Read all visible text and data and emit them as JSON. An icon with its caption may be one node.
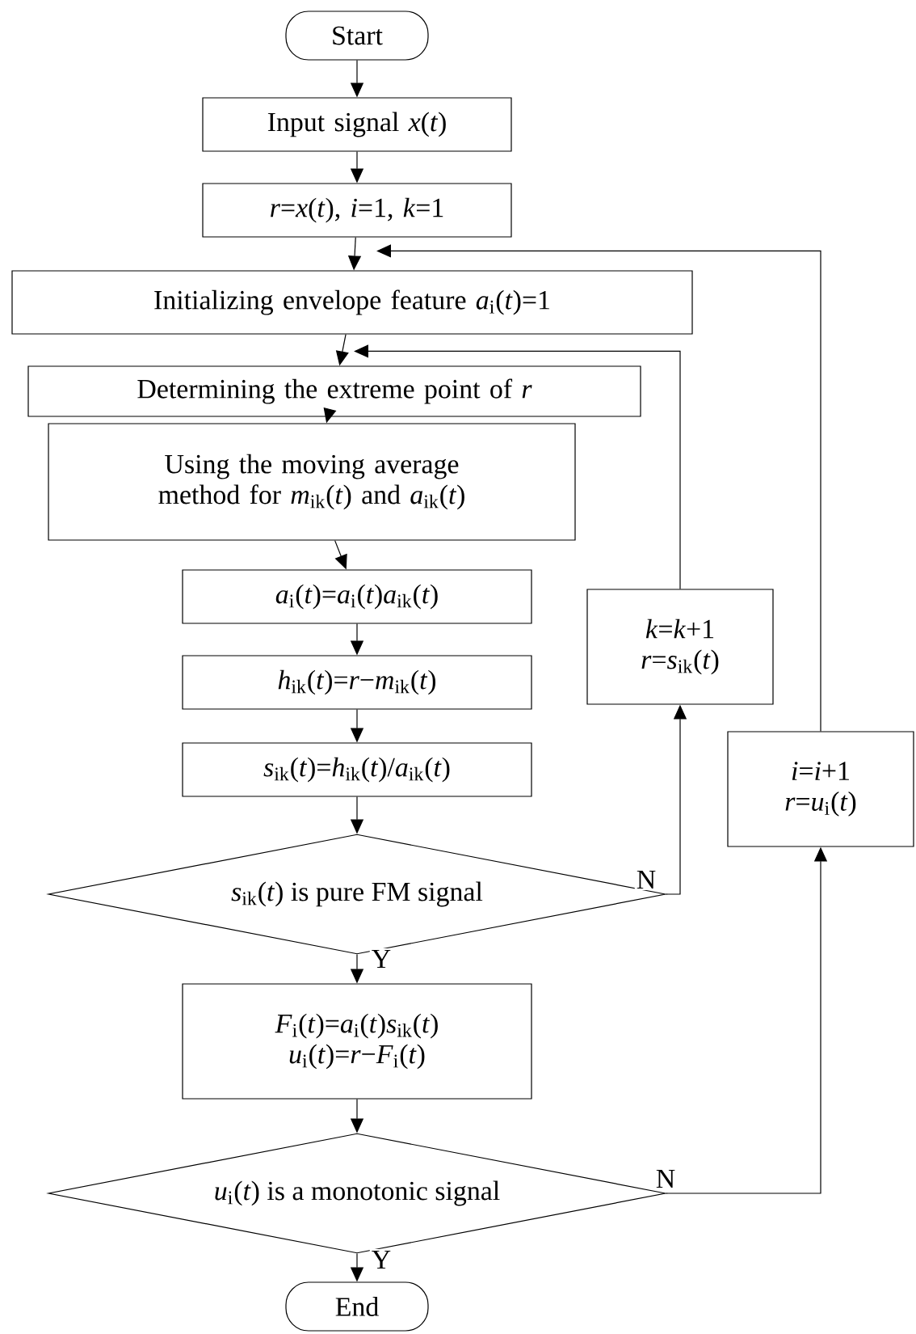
{
  "diagram": {
    "nodes": [
      {
        "text": [
          "Start"
        ]
      },
      {
        "text": [
          "Input signal *x*(*t*)"
        ]
      },
      {
        "text": [
          "*r*=*x*(*t*), *i*=1, *k*=1"
        ]
      },
      {
        "text": [
          "Initializing envelope feature *a*$_{i}$(*t*)=1"
        ]
      },
      {
        "text": [
          "Determining the extreme point of *r*"
        ]
      },
      {
        "text": [
          "Using the moving average method for *m*$_{ik}$(*t*) and *a*$_{ik}$(*t*)"
        ]
      },
      {
        "text": [
          "*a*$_{i}$(*t*)=*a*$_{i}$(*t*)*a*$_{ik}$(*t*)"
        ]
      },
      {
        "text": [
          "*h*$_{ik}$(*t*)=*r*−*m*$_{ik}$(*t*)"
        ]
      },
      {
        "text": [
          "*s*$_{ik}$(*t*)=*h*$_{ik}$(*t*)/*a*$_{ik}$(*t*)"
        ]
      },
      {
        "text": [
          "*s*$_{ik}$(*t*) is pure FM signal"
        ]
      },
      {
        "text": [
          "*k*=*k*+1",
          "*r*=*s*$_{ik}$(*t*)"
        ]
      },
      {
        "text": [
          "*F*$_{i}$(*t*)=*a*$_{i}$(*t*)*s*$_{ik}$(*t*)",
          "*u*$_{i}$(*t*)=*r*−*F*$_{i}$(*t*)"
        ]
      },
      {
        "text": [
          "*u*$_{i}$(*t*) is a monotonic signal"
        ]
      },
      {
        "text": [
          "*i*=*i*+1",
          "*r*=*u*$_{i}$(*t*)"
        ]
      },
      {
        "text": [
          "End"
        ]
      }
    ],
    "edges": [
      {
        "from": 0,
        "to": 1,
        "arrow": "to"
      },
      {
        "from": 1,
        "to": 2,
        "arrow": "to"
      },
      {
        "from": 2,
        "to": 3,
        "arrow": "to"
      },
      {
        "from": 3,
        "to": 4,
        "arrow": "to"
      },
      {
        "from": 4,
        "to": 5,
        "arrow": "to"
      },
      {
        "from": 5,
        "to": 6,
        "arrow": "to"
      },
      {
        "from": 6,
        "to": 7,
        "arrow": "to"
      },
      {
        "from": 7,
        "to": 8,
        "arrow": "to"
      },
      {
        "from": 8,
        "to": 9,
        "arrow": "to"
      },
      {
        "from": 9,
        "to": 11,
        "arrow": "to",
        "label": "Y"
      },
      {
        "from": 9,
        "to": 10,
        "arrow": "to",
        "label": "N"
      },
      {
        "from": 10,
        "to": 4,
        "arrow": "to"
      },
      {
        "from": 11,
        "to": 12,
        "arrow": "to"
      },
      {
        "from": 12,
        "to": 14,
        "arrow": "to",
        "label": "Y"
      },
      {
        "from": 12,
        "to": 13,
        "arrow": "to",
        "label": "N"
      },
      {
        "from": 13,
        "to": 3,
        "arrow": "to"
      }
    ]
  }
}
